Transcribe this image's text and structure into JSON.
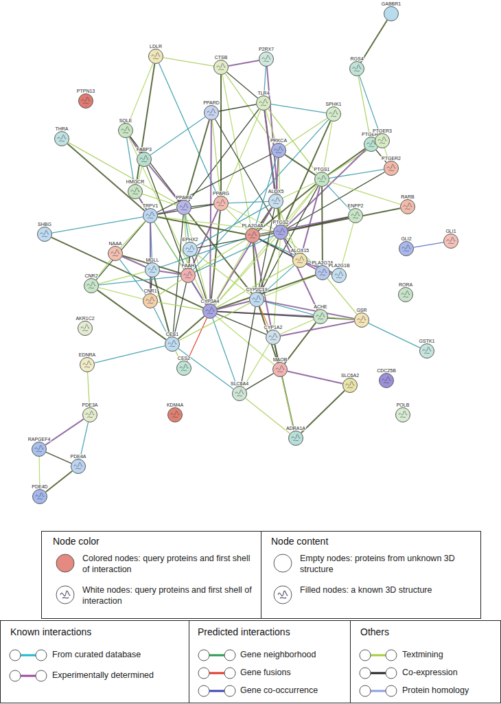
{
  "diagram": {
    "nodes": [
      {
        "text": [
          "GABBR1"
        ]
      },
      {
        "text": [
          "RGS4"
        ]
      },
      {
        "text": [
          "PTPN13"
        ]
      },
      {
        "text": [
          "LDLR"
        ]
      },
      {
        "text": [
          "CTSB"
        ]
      },
      {
        "text": [
          "P2RX7"
        ]
      },
      {
        "text": [
          "TLR4"
        ]
      },
      {
        "text": [
          "THRA"
        ]
      },
      {
        "text": [
          "SQLE"
        ]
      },
      {
        "text": [
          "PPARD"
        ]
      },
      {
        "text": [
          "SPHK1"
        ]
      },
      {
        "text": [
          "FABP3"
        ]
      },
      {
        "text": [
          "PRKCA"
        ]
      },
      {
        "text": [
          "PTGER4"
        ]
      },
      {
        "text": [
          "PTGER3"
        ]
      },
      {
        "text": [
          "PTGER2"
        ]
      },
      {
        "text": [
          "PTGS1"
        ]
      },
      {
        "text": [
          "HMGCR"
        ]
      },
      {
        "text": [
          "PPARA"
        ]
      },
      {
        "text": [
          "PPARG"
        ]
      },
      {
        "text": [
          "ALOX5"
        ]
      },
      {
        "text": [
          "RARB"
        ]
      },
      {
        "text": [
          "TRPV1"
        ]
      },
      {
        "text": [
          "ENPP2"
        ]
      },
      {
        "text": [
          "SHBG"
        ]
      },
      {
        "text": [
          "PLA2G4A"
        ]
      },
      {
        "text": [
          "PTGS2"
        ]
      },
      {
        "text": [
          "NAAA"
        ]
      },
      {
        "text": [
          "EPHX2"
        ]
      },
      {
        "text": [
          "ALOX15"
        ]
      },
      {
        "text": [
          "PLA2G2A"
        ]
      },
      {
        "text": [
          "PLA2G1B"
        ]
      },
      {
        "text": [
          "GLI2"
        ]
      },
      {
        "text": [
          "GLI1"
        ]
      },
      {
        "text": [
          "MGLL"
        ]
      },
      {
        "text": [
          "FAAH"
        ]
      },
      {
        "text": [
          "CNR2"
        ]
      },
      {
        "text": [
          "RORA"
        ]
      },
      {
        "text": [
          "CNR1"
        ]
      },
      {
        "text": [
          "CYP3A4"
        ]
      },
      {
        "text": [
          "CYP2C19"
        ]
      },
      {
        "text": [
          "ACHE"
        ]
      },
      {
        "text": [
          "GSR"
        ]
      },
      {
        "text": [
          "AKR1C2"
        ]
      },
      {
        "text": [
          "CYP1A2"
        ]
      },
      {
        "text": [
          "GSTK1"
        ]
      },
      {
        "text": [
          "CES1"
        ]
      },
      {
        "text": [
          "CDC25B"
        ]
      },
      {
        "text": [
          "MAOB"
        ]
      },
      {
        "text": [
          "SLC6A2"
        ]
      },
      {
        "text": [
          "EDNRA"
        ]
      },
      {
        "text": [
          "POLB"
        ]
      },
      {
        "text": [
          "CES2"
        ]
      },
      {
        "text": [
          "SLC6A4"
        ]
      },
      {
        "text": [
          "KDM4A"
        ]
      },
      {
        "text": [
          "PDE3A"
        ]
      },
      {
        "text": [
          "ADRA1A"
        ]
      },
      {
        "text": [
          "RAPGEF4"
        ]
      },
      {
        "text": [
          "PDE4A"
        ]
      },
      {
        "text": [
          "PDE4D"
        ]
      }
    ],
    "edges": [
      {
        "from": 0,
        "to": 1,
        "arrow": "none"
      },
      {
        "from": 1,
        "to": 13,
        "arrow": "none"
      },
      {
        "from": 1,
        "to": 14,
        "arrow": "none"
      },
      {
        "from": 13,
        "to": 14,
        "arrow": "none"
      },
      {
        "from": 13,
        "to": 15,
        "arrow": "none"
      },
      {
        "from": 14,
        "to": 15,
        "arrow": "none"
      },
      {
        "from": 13,
        "to": 16,
        "arrow": "none"
      },
      {
        "from": 14,
        "to": 16,
        "arrow": "none"
      },
      {
        "from": 15,
        "to": 16,
        "arrow": "none"
      },
      {
        "from": 13,
        "to": 26,
        "arrow": "none"
      },
      {
        "from": 15,
        "to": 26,
        "arrow": "none"
      },
      {
        "from": 3,
        "to": 8,
        "arrow": "none"
      },
      {
        "from": 3,
        "to": 17,
        "arrow": "none"
      },
      {
        "from": 3,
        "to": 4,
        "arrow": "none"
      },
      {
        "from": 3,
        "to": 19,
        "arrow": "none"
      },
      {
        "from": 4,
        "to": 5,
        "arrow": "none"
      },
      {
        "from": 4,
        "to": 6,
        "arrow": "none"
      },
      {
        "from": 4,
        "to": 25,
        "arrow": "none"
      },
      {
        "from": 4,
        "to": 19,
        "arrow": "none"
      },
      {
        "from": 4,
        "to": 12,
        "arrow": "none"
      },
      {
        "from": 5,
        "to": 6,
        "arrow": "none"
      },
      {
        "from": 5,
        "to": 26,
        "arrow": "none"
      },
      {
        "from": 6,
        "to": 9,
        "arrow": "none"
      },
      {
        "from": 6,
        "to": 19,
        "arrow": "none"
      },
      {
        "from": 6,
        "to": 26,
        "arrow": "none"
      },
      {
        "from": 6,
        "to": 16,
        "arrow": "none"
      },
      {
        "from": 6,
        "to": 10,
        "arrow": "none"
      },
      {
        "from": 6,
        "to": 20,
        "arrow": "none"
      },
      {
        "from": 6,
        "to": 18,
        "arrow": "none"
      },
      {
        "from": 6,
        "to": 12,
        "arrow": "none"
      },
      {
        "from": 7,
        "to": 22,
        "arrow": "none"
      },
      {
        "from": 7,
        "to": 18,
        "arrow": "none"
      },
      {
        "from": 8,
        "to": 17,
        "arrow": "none"
      },
      {
        "from": 8,
        "to": 11,
        "arrow": "none"
      },
      {
        "from": 8,
        "to": 18,
        "arrow": "none"
      },
      {
        "from": 8,
        "to": 39,
        "arrow": "none"
      },
      {
        "from": 9,
        "to": 18,
        "arrow": "none"
      },
      {
        "from": 9,
        "to": 19,
        "arrow": "none"
      },
      {
        "from": 9,
        "to": 11,
        "arrow": "none"
      },
      {
        "from": 9,
        "to": 39,
        "arrow": "none"
      },
      {
        "from": 9,
        "to": 26,
        "arrow": "none"
      },
      {
        "from": 10,
        "to": 16,
        "arrow": "none"
      },
      {
        "from": 10,
        "to": 26,
        "arrow": "none"
      },
      {
        "from": 10,
        "to": 12,
        "arrow": "none"
      },
      {
        "from": 10,
        "to": 35,
        "arrow": "none"
      },
      {
        "from": 11,
        "to": 18,
        "arrow": "none"
      },
      {
        "from": 11,
        "to": 35,
        "arrow": "none"
      },
      {
        "from": 11,
        "to": 17,
        "arrow": "none"
      },
      {
        "from": 12,
        "to": 16,
        "arrow": "none"
      },
      {
        "from": 12,
        "to": 26,
        "arrow": "none"
      },
      {
        "from": 12,
        "to": 25,
        "arrow": "none"
      },
      {
        "from": 12,
        "to": 20,
        "arrow": "none"
      },
      {
        "from": 12,
        "to": 22,
        "arrow": "none"
      },
      {
        "from": 16,
        "to": 26,
        "arrow": "none"
      },
      {
        "from": 16,
        "to": 25,
        "arrow": "none"
      },
      {
        "from": 16,
        "to": 20,
        "arrow": "none"
      },
      {
        "from": 16,
        "to": 23,
        "arrow": "none"
      },
      {
        "from": 16,
        "to": 29,
        "arrow": "none"
      },
      {
        "from": 16,
        "to": 40,
        "arrow": "none"
      },
      {
        "from": 16,
        "to": 39,
        "arrow": "none"
      },
      {
        "from": 16,
        "to": 30,
        "arrow": "none"
      },
      {
        "from": 17,
        "to": 18,
        "arrow": "none"
      },
      {
        "from": 17,
        "to": 39,
        "arrow": "none"
      },
      {
        "from": 17,
        "to": 22,
        "arrow": "none"
      },
      {
        "from": 18,
        "to": 19,
        "arrow": "none"
      },
      {
        "from": 18,
        "to": 39,
        "arrow": "none"
      },
      {
        "from": 18,
        "to": 40,
        "arrow": "none"
      },
      {
        "from": 18,
        "to": 35,
        "arrow": "none"
      },
      {
        "from": 18,
        "to": 28,
        "arrow": "none"
      },
      {
        "from": 18,
        "to": 22,
        "arrow": "none"
      },
      {
        "from": 18,
        "to": 46,
        "arrow": "none"
      },
      {
        "from": 19,
        "to": 26,
        "arrow": "none"
      },
      {
        "from": 19,
        "to": 39,
        "arrow": "none"
      },
      {
        "from": 19,
        "to": 25,
        "arrow": "none"
      },
      {
        "from": 19,
        "to": 20,
        "arrow": "none"
      },
      {
        "from": 19,
        "to": 35,
        "arrow": "none"
      },
      {
        "from": 19,
        "to": 22,
        "arrow": "none"
      },
      {
        "from": 20,
        "to": 26,
        "arrow": "none"
      },
      {
        "from": 20,
        "to": 25,
        "arrow": "none"
      },
      {
        "from": 20,
        "to": 29,
        "arrow": "none"
      },
      {
        "from": 20,
        "to": 28,
        "arrow": "none"
      },
      {
        "from": 20,
        "to": 39,
        "arrow": "none"
      },
      {
        "from": 20,
        "to": 40,
        "arrow": "none"
      },
      {
        "from": 21,
        "to": 16,
        "arrow": "none"
      },
      {
        "from": 21,
        "to": 26,
        "arrow": "none"
      },
      {
        "from": 22,
        "to": 35,
        "arrow": "none"
      },
      {
        "from": 22,
        "to": 34,
        "arrow": "none"
      },
      {
        "from": 22,
        "to": 38,
        "arrow": "none"
      },
      {
        "from": 22,
        "to": 36,
        "arrow": "none"
      },
      {
        "from": 22,
        "to": 26,
        "arrow": "none"
      },
      {
        "from": 22,
        "to": 25,
        "arrow": "none"
      },
      {
        "from": 22,
        "to": 27,
        "arrow": "none"
      },
      {
        "from": 22,
        "to": 24,
        "arrow": "none"
      },
      {
        "from": 23,
        "to": 25,
        "arrow": "none"
      },
      {
        "from": 23,
        "to": 26,
        "arrow": "none"
      },
      {
        "from": 23,
        "to": 31,
        "arrow": "none"
      },
      {
        "from": 24,
        "to": 39,
        "arrow": "none"
      },
      {
        "from": 25,
        "to": 26,
        "arrow": "none"
      },
      {
        "from": 25,
        "to": 31,
        "arrow": "none"
      },
      {
        "from": 25,
        "to": 30,
        "arrow": "none"
      },
      {
        "from": 25,
        "to": 29,
        "arrow": "none"
      },
      {
        "from": 25,
        "to": 39,
        "arrow": "none"
      },
      {
        "from": 25,
        "to": 40,
        "arrow": "none"
      },
      {
        "from": 25,
        "to": 35,
        "arrow": "none"
      },
      {
        "from": 25,
        "to": 34,
        "arrow": "none"
      },
      {
        "from": 25,
        "to": 44,
        "arrow": "none"
      },
      {
        "from": 26,
        "to": 29,
        "arrow": "none"
      },
      {
        "from": 26,
        "to": 39,
        "arrow": "none"
      },
      {
        "from": 26,
        "to": 40,
        "arrow": "none"
      },
      {
        "from": 26,
        "to": 30,
        "arrow": "none"
      },
      {
        "from": 26,
        "to": 35,
        "arrow": "none"
      },
      {
        "from": 26,
        "to": 41,
        "arrow": "none"
      },
      {
        "from": 26,
        "to": 28,
        "arrow": "none"
      },
      {
        "from": 26,
        "to": 44,
        "arrow": "none"
      },
      {
        "from": 27,
        "to": 35,
        "arrow": "none"
      },
      {
        "from": 27,
        "to": 36,
        "arrow": "none"
      },
      {
        "from": 27,
        "to": 38,
        "arrow": "none"
      },
      {
        "from": 27,
        "to": 34,
        "arrow": "none"
      },
      {
        "from": 28,
        "to": 39,
        "arrow": "none"
      },
      {
        "from": 28,
        "to": 40,
        "arrow": "none"
      },
      {
        "from": 28,
        "to": 35,
        "arrow": "none"
      },
      {
        "from": 29,
        "to": 39,
        "arrow": "none"
      },
      {
        "from": 29,
        "to": 40,
        "arrow": "none"
      },
      {
        "from": 29,
        "to": 31,
        "arrow": "none"
      },
      {
        "from": 30,
        "to": 31,
        "arrow": "none"
      },
      {
        "from": 30,
        "to": 40,
        "arrow": "none"
      },
      {
        "from": 30,
        "to": 39,
        "arrow": "none"
      },
      {
        "from": 30,
        "to": 42,
        "arrow": "none"
      },
      {
        "from": 32,
        "to": 33,
        "arrow": "none"
      },
      {
        "from": 34,
        "to": 35,
        "arrow": "none"
      },
      {
        "from": 34,
        "to": 38,
        "arrow": "none"
      },
      {
        "from": 34,
        "to": 36,
        "arrow": "none"
      },
      {
        "from": 34,
        "to": 46,
        "arrow": "none"
      },
      {
        "from": 35,
        "to": 38,
        "arrow": "none"
      },
      {
        "from": 35,
        "to": 36,
        "arrow": "none"
      },
      {
        "from": 35,
        "to": 39,
        "arrow": "none"
      },
      {
        "from": 35,
        "to": 46,
        "arrow": "none"
      },
      {
        "from": 36,
        "to": 38,
        "arrow": "none"
      },
      {
        "from": 36,
        "to": 46,
        "arrow": "none"
      },
      {
        "from": 38,
        "to": 39,
        "arrow": "none"
      },
      {
        "from": 38,
        "to": 46,
        "arrow": "none"
      },
      {
        "from": 39,
        "to": 40,
        "arrow": "none"
      },
      {
        "from": 39,
        "to": 44,
        "arrow": "none"
      },
      {
        "from": 39,
        "to": 48,
        "arrow": "none"
      },
      {
        "from": 39,
        "to": 46,
        "arrow": "none"
      },
      {
        "from": 39,
        "to": 52,
        "arrow": "none"
      },
      {
        "from": 39,
        "to": 53,
        "arrow": "none"
      },
      {
        "from": 39,
        "to": 41,
        "arrow": "none"
      },
      {
        "from": 39,
        "to": 42,
        "arrow": "none"
      },
      {
        "from": 40,
        "to": 44,
        "arrow": "none"
      },
      {
        "from": 40,
        "to": 48,
        "arrow": "none"
      },
      {
        "from": 40,
        "to": 46,
        "arrow": "none"
      },
      {
        "from": 40,
        "to": 41,
        "arrow": "none"
      },
      {
        "from": 40,
        "to": 42,
        "arrow": "none"
      },
      {
        "from": 40,
        "to": 53,
        "arrow": "none"
      },
      {
        "from": 41,
        "to": 44,
        "arrow": "none"
      },
      {
        "from": 41,
        "to": 48,
        "arrow": "none"
      },
      {
        "from": 41,
        "to": 42,
        "arrow": "none"
      },
      {
        "from": 42,
        "to": 45,
        "arrow": "none"
      },
      {
        "from": 42,
        "to": 44,
        "arrow": "none"
      },
      {
        "from": 44,
        "to": 48,
        "arrow": "none"
      },
      {
        "from": 44,
        "to": 53,
        "arrow": "none"
      },
      {
        "from": 44,
        "to": 56,
        "arrow": "none"
      },
      {
        "from": 46,
        "to": 52,
        "arrow": "none"
      },
      {
        "from": 46,
        "to": 50,
        "arrow": "none"
      },
      {
        "from": 48,
        "to": 49,
        "arrow": "none"
      },
      {
        "from": 48,
        "to": 53,
        "arrow": "none"
      },
      {
        "from": 48,
        "to": 56,
        "arrow": "none"
      },
      {
        "from": 49,
        "to": 56,
        "arrow": "none"
      },
      {
        "from": 50,
        "to": 55,
        "arrow": "none"
      },
      {
        "from": 55,
        "to": 58,
        "arrow": "none"
      },
      {
        "from": 55,
        "to": 57,
        "arrow": "none"
      },
      {
        "from": 57,
        "to": 58,
        "arrow": "none"
      },
      {
        "from": 57,
        "to": 59,
        "arrow": "none"
      },
      {
        "from": 58,
        "to": 59,
        "arrow": "none"
      },
      {
        "from": 53,
        "to": 56,
        "arrow": "none"
      },
      {
        "from": 46,
        "to": 53,
        "arrow": "none"
      }
    ],
    "labels": [
      "Node color",
      "Node content",
      "Known interactions",
      "Predicted interactions",
      "Others"
    ],
    "legend": [
      {
        "text": "Colored nodes: query proteins and first shell of interaction"
      },
      {
        "text": "White nodes: query proteins and first shell of interaction"
      },
      {
        "text": "Empty nodes: proteins from unknown 3D structure"
      },
      {
        "text": "Filled nodes: a known 3D structure"
      },
      {
        "text": "From curated database"
      },
      {
        "text": "Experimentally determined"
      },
      {
        "text": "Gene neighborhood"
      },
      {
        "text": "Gene fusions"
      },
      {
        "text": "Gene co-occurrence"
      },
      {
        "text": "Textmining"
      },
      {
        "text": "Co-expression"
      },
      {
        "text": "Protein homology"
      }
    ]
  }
}
